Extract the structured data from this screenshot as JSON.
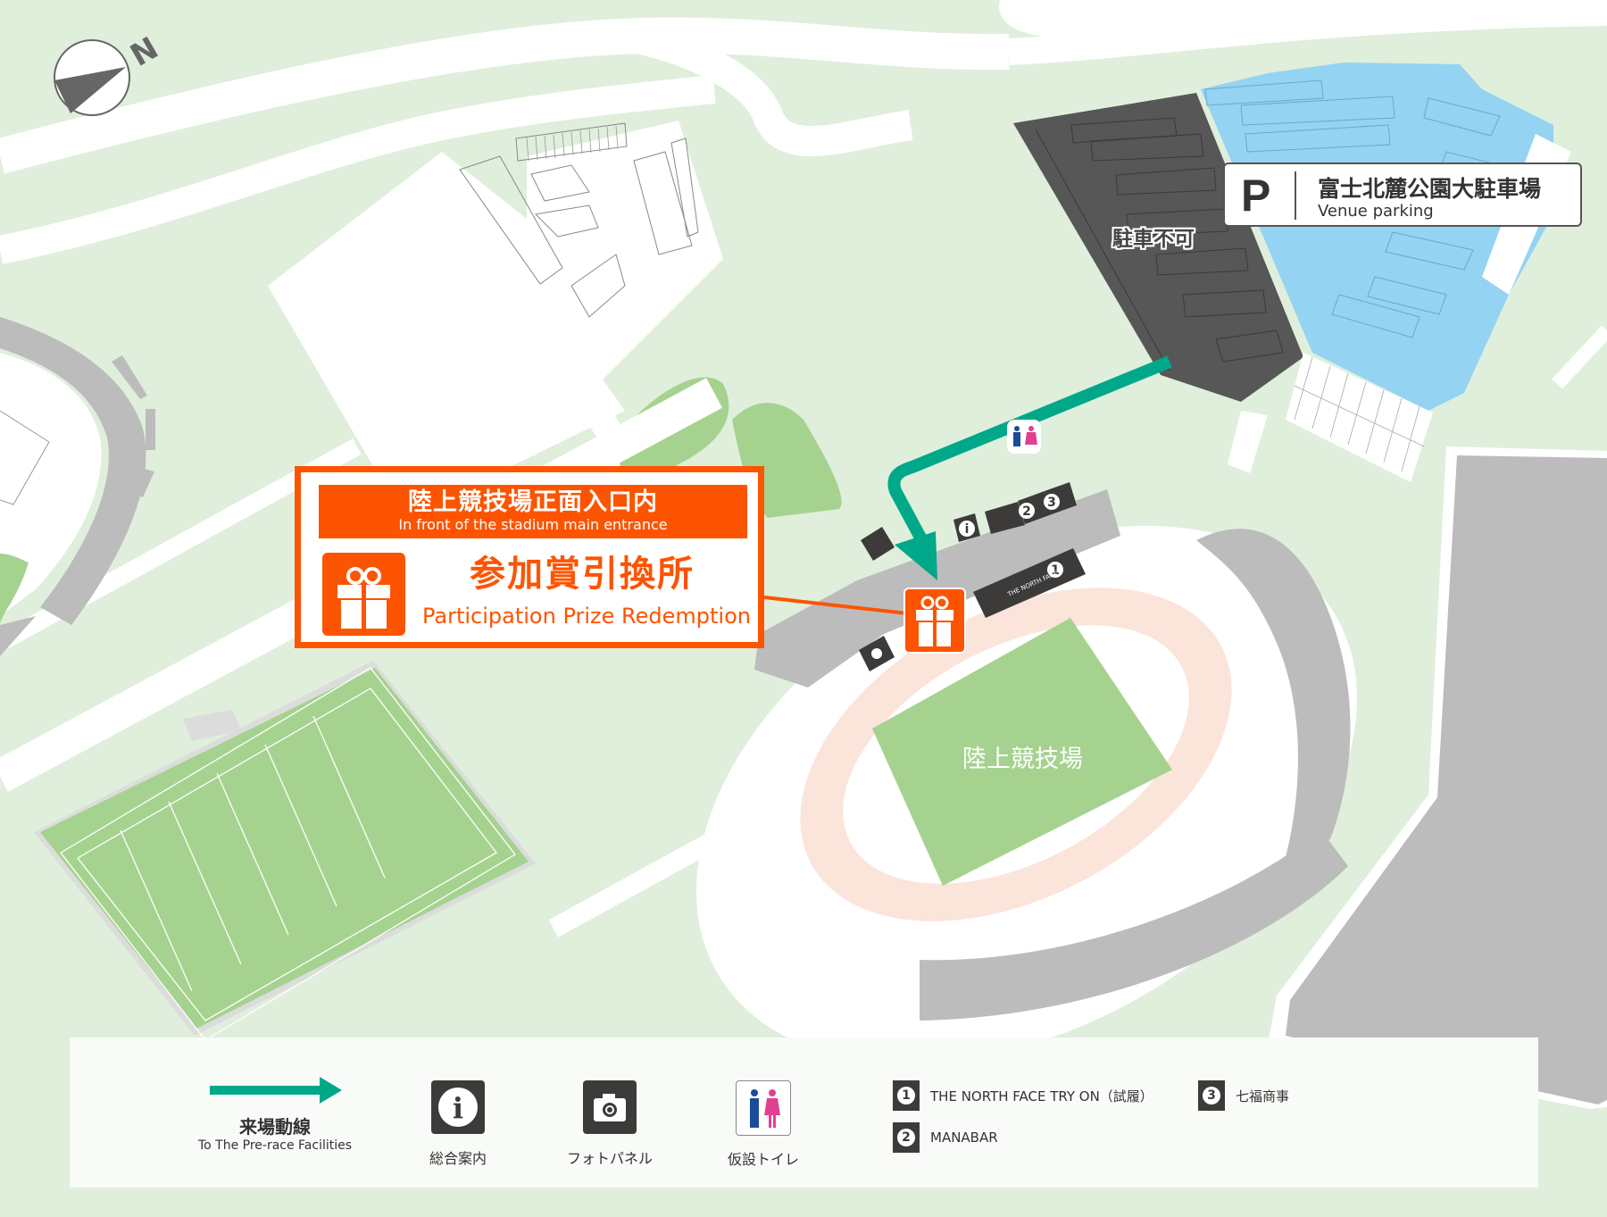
{
  "compass": {
    "label": "N",
    "icon": "compass-icon"
  },
  "callout": {
    "location_jp": "陸上競技場正面入口内",
    "location_en": "In front of the stadium main entrance",
    "title_jp": "参加賞引換所",
    "title_en": "Participation Prize Redemption",
    "icon": "gift-icon",
    "color": "#fc5400"
  },
  "parking": {
    "symbol": "P",
    "name_jp": "富士北麓公園大駐車場",
    "name_en": "Venue parking",
    "no_parking_label": "駐車不可",
    "lot_color": "#95d3f2",
    "closed_lot_color": "#575757"
  },
  "map_labels": {
    "stadium": "陸上競技場"
  },
  "route": {
    "color": "#00a88a"
  },
  "booths": [
    {
      "id": "1",
      "name": "THE NORTH FACE TRY ON（試履）"
    },
    {
      "id": "2",
      "name": "MANABAR"
    },
    {
      "id": "3",
      "name": "七福商事"
    }
  ],
  "legend": {
    "route_title": "来場動線",
    "route_sub": "To The Pre-race Facilities",
    "info_label": "総合案内",
    "photo_label": "フォトパネル",
    "toilet_label": "仮設トイレ",
    "booth_1": "THE NORTH FACE TRY ON（試履）",
    "booth_2": "MANABAR",
    "booth_3": "七福商事",
    "num_1": "1",
    "num_2": "2",
    "num_3": "3"
  },
  "colors": {
    "grass_light": "#dfefdc",
    "grass_dark": "#a6d28f",
    "building_gray": "#bcbcbc",
    "track": "#fbe4da",
    "dark_icon": "#3d3b3a"
  }
}
